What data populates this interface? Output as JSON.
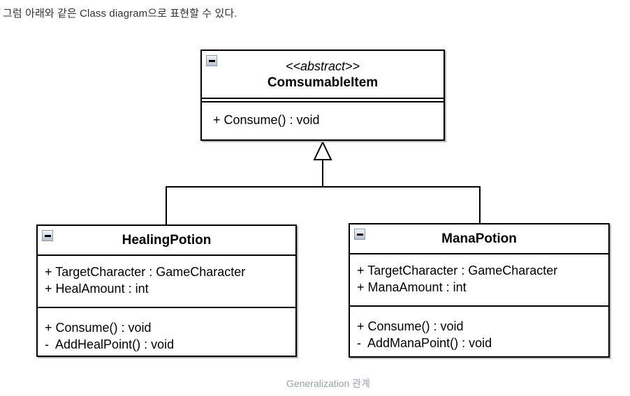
{
  "page": {
    "intro_text": "그럼 아래와 같은 Class diagram으로 표현할 수 있다.",
    "caption": "Generalization 관계"
  },
  "colors": {
    "background": "#ffffff",
    "box_border": "#000000",
    "box_fill": "#ffffff",
    "box_shadow": "#b9b9b9",
    "member_text": "#000000",
    "intro_text": "#333333",
    "caption_text": "#9aa0a8",
    "collapse_button_border": "#8e99aa",
    "collapse_button_fill_top": "#f3f5f8",
    "collapse_button_fill_bottom": "#b7c0ce"
  },
  "diagram": {
    "type": "uml-class-diagram",
    "relationship": "Generalization",
    "parent_class": {
      "stereotype": "<<abstract>>",
      "name": "ComsumableItem",
      "methods": [
        "+ Consume() : void"
      ]
    },
    "child_classes": [
      {
        "name": "HealingPotion",
        "attributes": [
          "+ TargetCharacter : GameCharacter",
          "+ HealAmount : int"
        ],
        "methods": [
          "+ Consume() : void",
          "-  AddHealPoint() : void"
        ]
      },
      {
        "name": "ManaPotion",
        "attributes": [
          "+ TargetCharacter : GameCharacter",
          "+ ManaAmount : int"
        ],
        "methods": [
          "+ Consume() : void",
          "-  AddManaPoint() : void"
        ]
      }
    ]
  }
}
